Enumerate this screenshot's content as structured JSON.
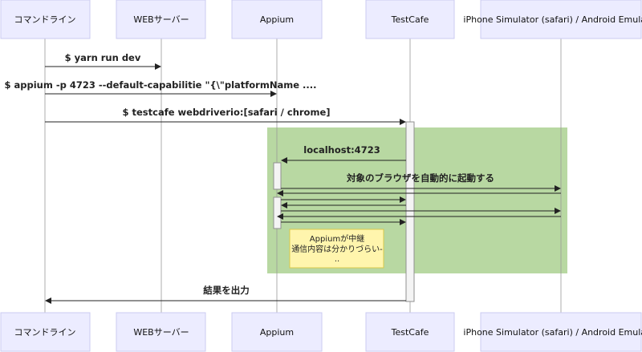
{
  "participants": [
    "コマンドライン",
    "WEBサーバー",
    "Appium",
    "TestCafe",
    "iPhone Simulator (safari) / Android Emulator"
  ],
  "messages": {
    "m1": "$ yarn run dev",
    "m2": "$ appium -p 4723 --default-capabilitie \"{\\\"platformName ....",
    "m3": "$ testcafe webdriverio:[safari / chrome]",
    "m4": "localhost:4723",
    "m5": "対象のブラウザを自動的に起動する",
    "m6": "結果を出力"
  },
  "note": {
    "line1": "Appiumが中継",
    "line2": "通信内容は分かりづらい-",
    "line3": ".."
  }
}
